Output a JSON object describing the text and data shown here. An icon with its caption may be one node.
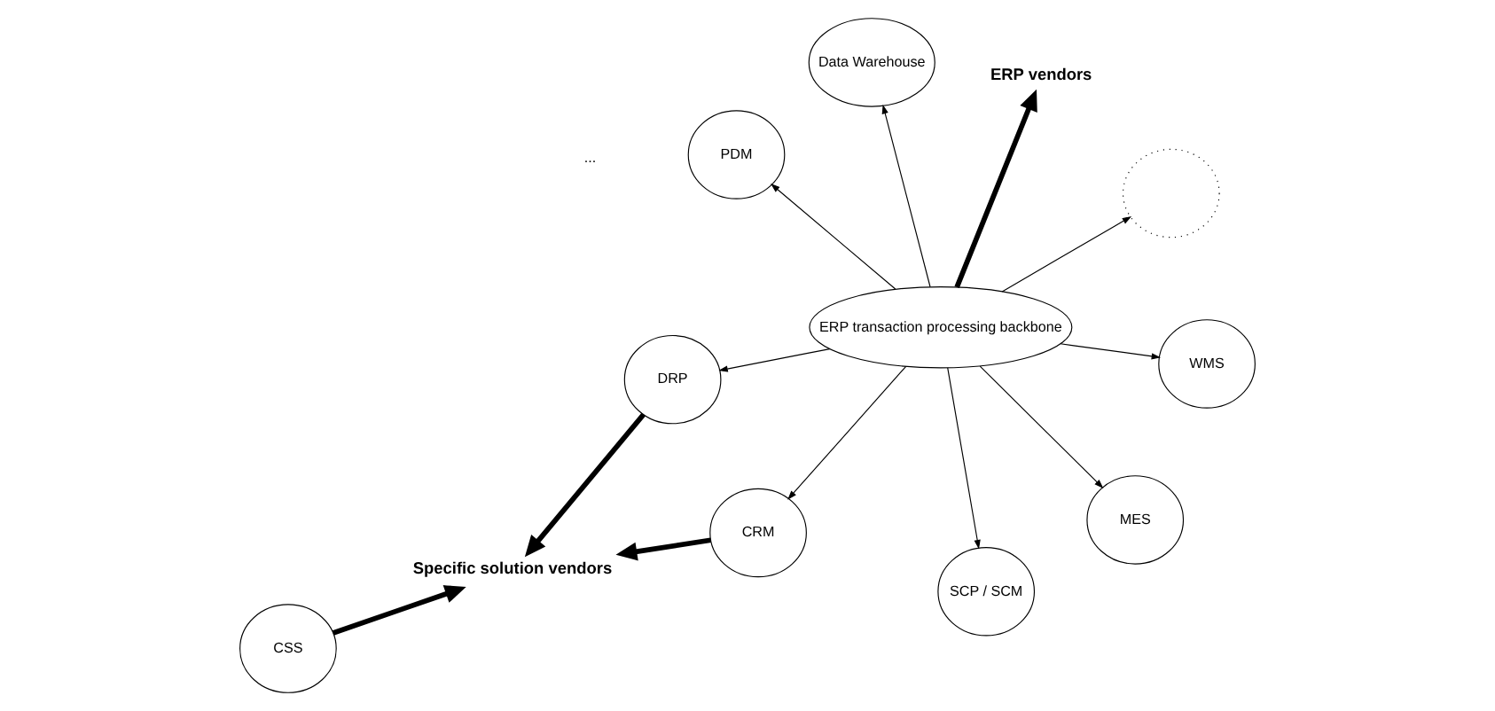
{
  "diagram": {
    "nodes": [
      {
        "text": [
          "ERP vendors"
        ]
      },
      {
        "text": [
          "Specific solution vendors"
        ]
      },
      {
        "text": [
          "SCP / SCM"
        ]
      },
      {
        "text": [
          "DRP"
        ]
      },
      {
        "text": [
          "Data Warehouse"
        ]
      },
      {
        "text": [
          "CRM"
        ]
      },
      {
        "text": [
          "ERP transaction processing backbone"
        ]
      },
      {
        "text": [
          "PDM"
        ]
      },
      {
        "text": [
          "CSS"
        ]
      },
      {
        "text": [
          "MES"
        ]
      },
      {
        "text": [
          "WMS"
        ]
      },
      {
        "text": [],
        "shape": "ellipse"
      }
    ],
    "edges": [
      {
        "from": 6,
        "to": 0,
        "arrow": "to",
        "style": "thick"
      },
      {
        "from": 3,
        "to": 1,
        "arrow": "to",
        "style": "thick"
      },
      {
        "from": 5,
        "to": 1,
        "arrow": "to",
        "style": "thick"
      },
      {
        "from": 8,
        "to": 1,
        "arrow": "to",
        "style": "thick"
      },
      {
        "from": 6,
        "to": 4,
        "arrow": "to"
      },
      {
        "from": 6,
        "to": 2,
        "arrow": "to"
      },
      {
        "from": 6,
        "to": 3,
        "arrow": "to"
      },
      {
        "from": 6,
        "to": 5,
        "arrow": "to"
      },
      {
        "from": 6,
        "to": 7,
        "arrow": "to"
      },
      {
        "from": 6,
        "to": 9,
        "arrow": "to"
      },
      {
        "from": 6,
        "to": 10,
        "arrow": "to"
      },
      {
        "from": 6,
        "to": 11,
        "arrow": "to"
      }
    ],
    "labels": [
      "..."
    ]
  }
}
